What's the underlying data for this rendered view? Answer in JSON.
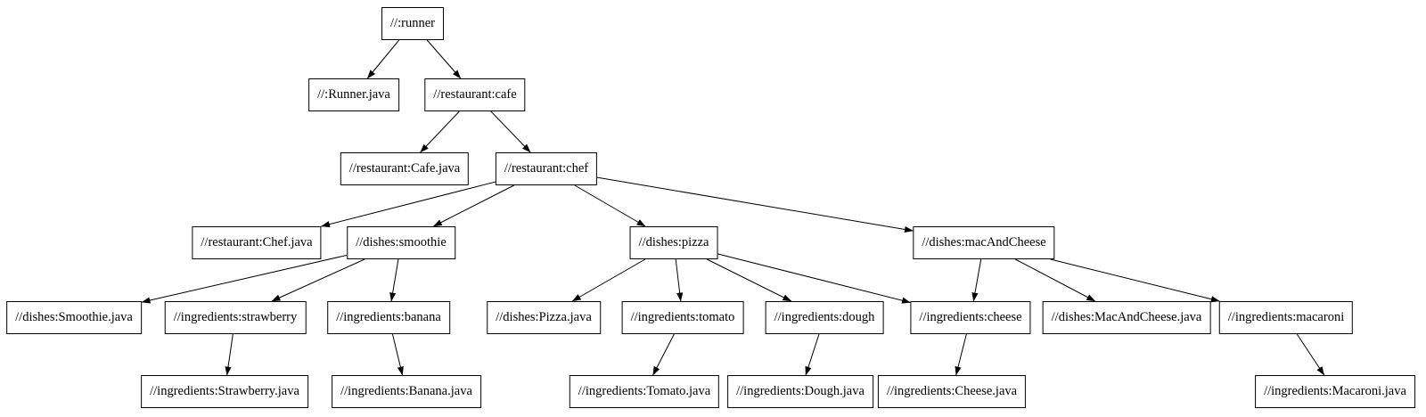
{
  "graph": {
    "title": "build-dependency-graph",
    "nodes": [
      {
        "id": "runner",
        "label": "//:runner"
      },
      {
        "id": "runner-java",
        "label": "//:Runner.java"
      },
      {
        "id": "cafe",
        "label": "//restaurant:cafe"
      },
      {
        "id": "cafe-java",
        "label": "//restaurant:Cafe.java"
      },
      {
        "id": "chef",
        "label": "//restaurant:chef"
      },
      {
        "id": "chef-java",
        "label": "//restaurant:Chef.java"
      },
      {
        "id": "smoothie",
        "label": "//dishes:smoothie"
      },
      {
        "id": "pizza",
        "label": "//dishes:pizza"
      },
      {
        "id": "mac-and-cheese",
        "label": "//dishes:macAndCheese"
      },
      {
        "id": "smoothie-java",
        "label": "//dishes:Smoothie.java"
      },
      {
        "id": "strawberry",
        "label": "//ingredients:strawberry"
      },
      {
        "id": "banana",
        "label": "//ingredients:banana"
      },
      {
        "id": "pizza-java",
        "label": "//dishes:Pizza.java"
      },
      {
        "id": "tomato",
        "label": "//ingredients:tomato"
      },
      {
        "id": "dough",
        "label": "//ingredients:dough"
      },
      {
        "id": "cheese",
        "label": "//ingredients:cheese"
      },
      {
        "id": "mac-and-cheese-java",
        "label": "//dishes:MacAndCheese.java"
      },
      {
        "id": "macaroni",
        "label": "//ingredients:macaroni"
      },
      {
        "id": "strawberry-java",
        "label": "//ingredients:Strawberry.java"
      },
      {
        "id": "banana-java",
        "label": "//ingredients:Banana.java"
      },
      {
        "id": "tomato-java",
        "label": "//ingredients:Tomato.java"
      },
      {
        "id": "dough-java",
        "label": "//ingredients:Dough.java"
      },
      {
        "id": "cheese-java",
        "label": "//ingredients:Cheese.java"
      },
      {
        "id": "macaroni-java",
        "label": "//ingredients:Macaroni.java"
      }
    ],
    "edges": [
      {
        "from": "runner",
        "to": "runner-java"
      },
      {
        "from": "runner",
        "to": "cafe"
      },
      {
        "from": "cafe",
        "to": "cafe-java"
      },
      {
        "from": "cafe",
        "to": "chef"
      },
      {
        "from": "chef",
        "to": "chef-java"
      },
      {
        "from": "chef",
        "to": "smoothie"
      },
      {
        "from": "chef",
        "to": "pizza"
      },
      {
        "from": "chef",
        "to": "mac-and-cheese"
      },
      {
        "from": "smoothie",
        "to": "smoothie-java"
      },
      {
        "from": "smoothie",
        "to": "strawberry"
      },
      {
        "from": "smoothie",
        "to": "banana"
      },
      {
        "from": "strawberry",
        "to": "strawberry-java"
      },
      {
        "from": "banana",
        "to": "banana-java"
      },
      {
        "from": "pizza",
        "to": "pizza-java"
      },
      {
        "from": "pizza",
        "to": "tomato"
      },
      {
        "from": "pizza",
        "to": "dough"
      },
      {
        "from": "pizza",
        "to": "cheese"
      },
      {
        "from": "tomato",
        "to": "tomato-java"
      },
      {
        "from": "dough",
        "to": "dough-java"
      },
      {
        "from": "cheese",
        "to": "cheese-java"
      },
      {
        "from": "mac-and-cheese",
        "to": "cheese"
      },
      {
        "from": "mac-and-cheese",
        "to": "mac-and-cheese-java"
      },
      {
        "from": "mac-and-cheese",
        "to": "macaroni"
      },
      {
        "from": "macaroni",
        "to": "macaroni-java"
      }
    ]
  },
  "colors": {
    "background": "#ffffff",
    "node_border": "#000000",
    "node_fill": "#ffffff",
    "edge": "#000000",
    "text": "#000000"
  }
}
